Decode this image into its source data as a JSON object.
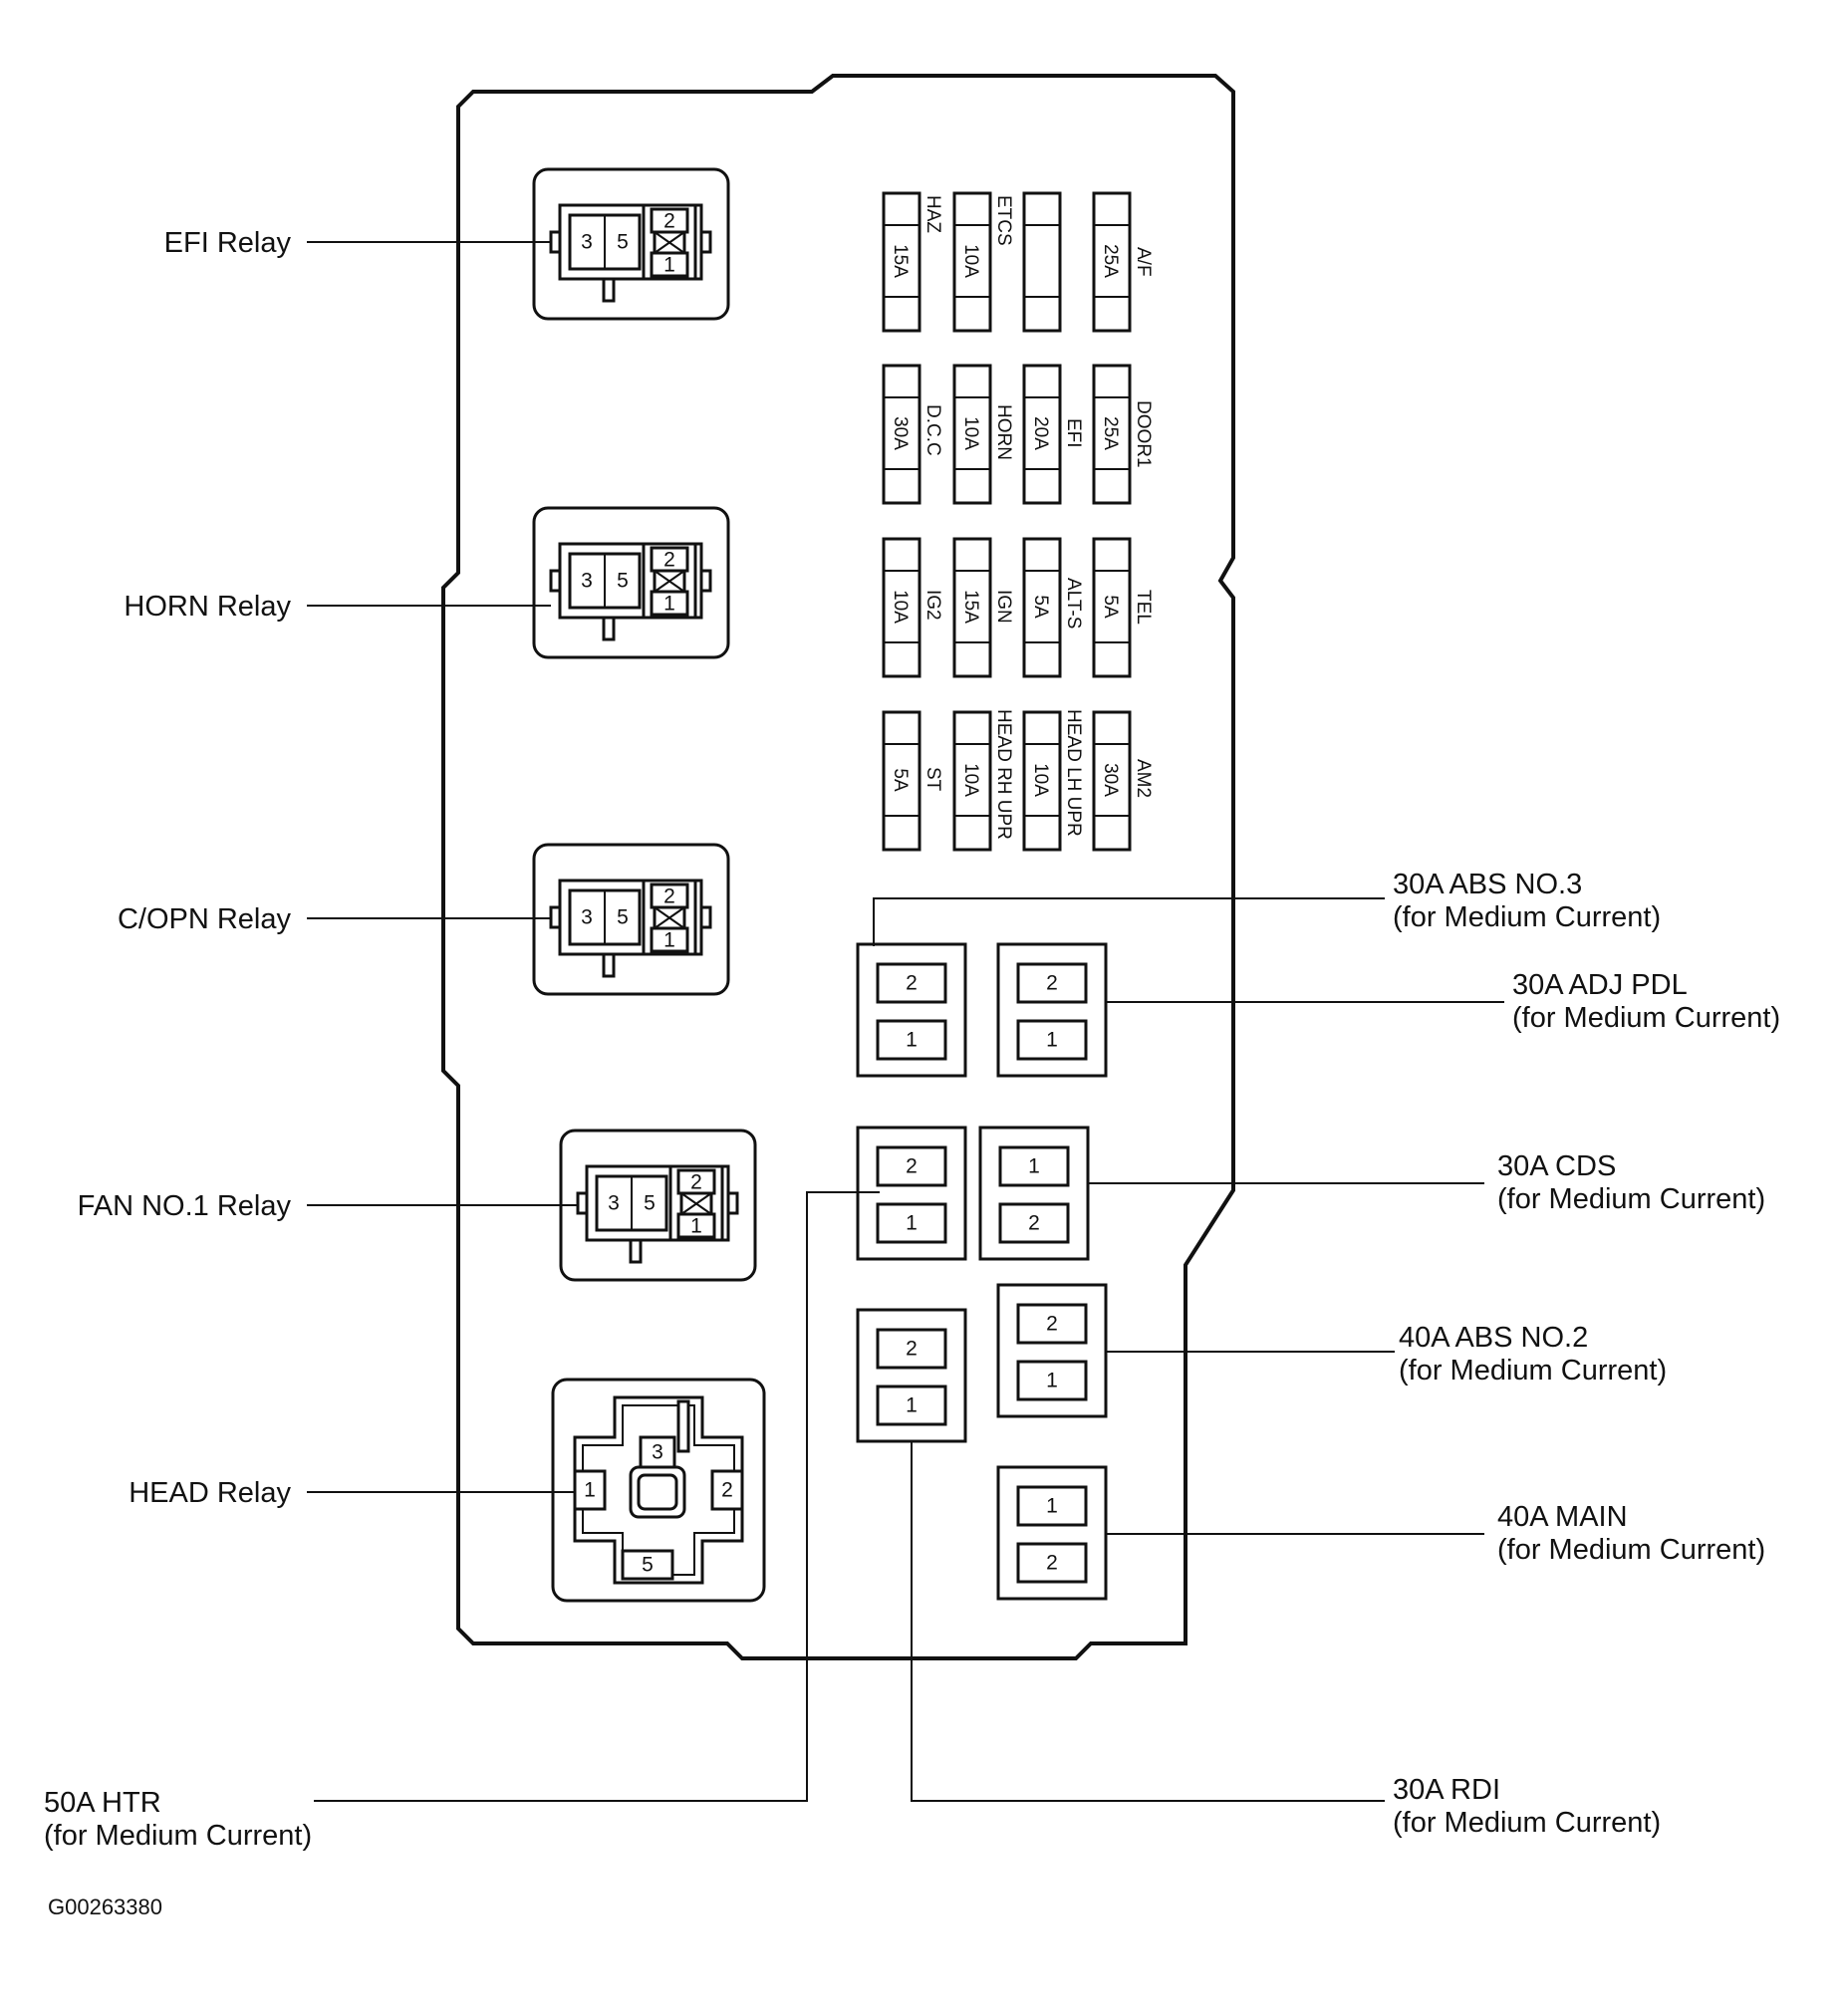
{
  "relays": {
    "efi": {
      "label": "EFI Relay",
      "pins": [
        "3",
        "5",
        "2",
        "1"
      ]
    },
    "horn": {
      "label": "HORN Relay",
      "pins": [
        "3",
        "5",
        "2",
        "1"
      ]
    },
    "copn": {
      "label": "C/OPN Relay",
      "pins": [
        "3",
        "5",
        "2",
        "1"
      ]
    },
    "fan1": {
      "label": "FAN NO.1 Relay",
      "pins": [
        "3",
        "5",
        "2",
        "1"
      ]
    },
    "head": {
      "label": "HEAD Relay",
      "pins": [
        "3",
        "1",
        "2",
        "5"
      ]
    }
  },
  "fuses": {
    "row1": [
      {
        "name": "HAZ",
        "amp": "15A"
      },
      {
        "name": "ETCS",
        "amp": "10A"
      },
      {
        "name": "",
        "amp": ""
      },
      {
        "name": "A/F",
        "amp": "25A"
      }
    ],
    "row2": [
      {
        "name": "D.C.C",
        "amp": "30A"
      },
      {
        "name": "HORN",
        "amp": "10A"
      },
      {
        "name": "EFI",
        "amp": "20A"
      },
      {
        "name": "DOOR1",
        "amp": "25A"
      }
    ],
    "row3": [
      {
        "name": "IG2",
        "amp": "10A"
      },
      {
        "name": "IGN",
        "amp": "15A"
      },
      {
        "name": "ALT-S",
        "amp": "5A"
      },
      {
        "name": "TEL",
        "amp": "5A"
      }
    ],
    "row4": [
      {
        "name": "ST",
        "amp": "5A"
      },
      {
        "name": "HEAD RH UPR",
        "amp": "10A"
      },
      {
        "name": "HEAD LH UPR",
        "amp": "10A"
      },
      {
        "name": "AM2",
        "amp": "30A"
      }
    ]
  },
  "medium_fuses": {
    "abs3": {
      "name": "30A ABS NO.3",
      "sub": "(for Medium Current)",
      "pins": [
        "2",
        "1"
      ]
    },
    "adjpdl": {
      "name": "30A ADJ PDL",
      "sub": "(for Medium Current)",
      "pins": [
        "2",
        "1"
      ]
    },
    "htr": {
      "name": "50A HTR",
      "sub": "(for Medium Current)",
      "pins": [
        "2",
        "1"
      ]
    },
    "cds": {
      "name": "30A CDS",
      "sub": "(for Medium Current)",
      "pins": [
        "1",
        "2"
      ]
    },
    "rdi": {
      "name": "30A RDI",
      "sub": "(for Medium Current)",
      "pins": [
        "2",
        "1"
      ]
    },
    "abs2": {
      "name": "40A ABS NO.2",
      "sub": "(for Medium Current)",
      "pins": [
        "2",
        "1"
      ]
    },
    "main": {
      "name": "40A MAIN",
      "sub": "(for Medium Current)",
      "pins": [
        "1",
        "2"
      ]
    }
  },
  "figure_id": "G00263380"
}
